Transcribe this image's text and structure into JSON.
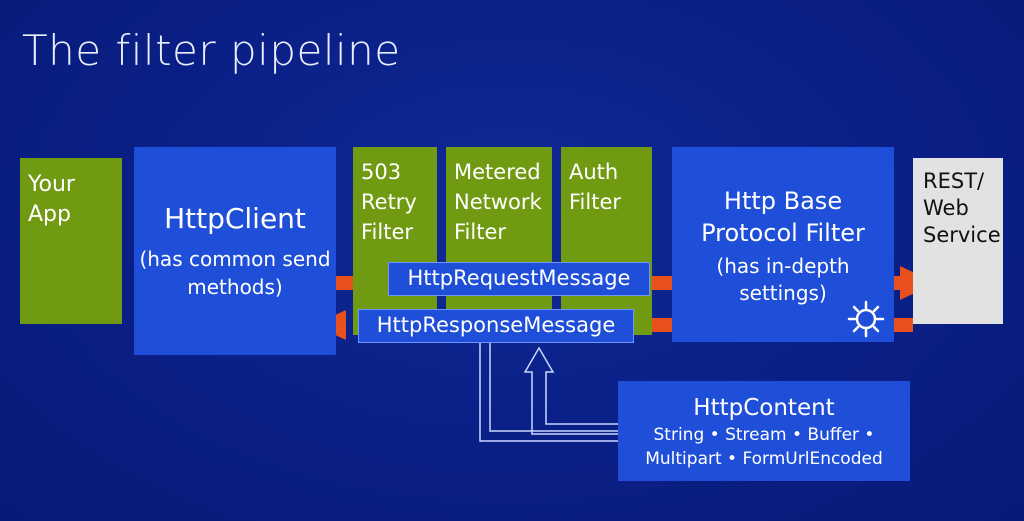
{
  "title": "The filter pipeline",
  "your_app": "Your App",
  "httpclient": {
    "title": "HttpClient",
    "sub": "(has common send methods)"
  },
  "filters": {
    "retry": "503 Retry Filter",
    "metered": "Metered Network Filter",
    "auth": "Auth Filter"
  },
  "base_filter": {
    "title": "Http Base Protocol Filter",
    "sub": "(has in-depth settings)"
  },
  "rest": "REST/ Web Service",
  "request_message": "HttpRequestMessage",
  "response_message": "HttpResponseMessage",
  "httpcontent": {
    "title": "HttpContent",
    "line1": "String • Stream • Buffer •",
    "line2": "Multipart • FormUrlEncoded"
  },
  "colors": {
    "background": "#0a1f86",
    "green": "#6f9a12",
    "blue": "#1f4fd8",
    "arrow": "#e8501e",
    "gray": "#e2e2e2"
  }
}
